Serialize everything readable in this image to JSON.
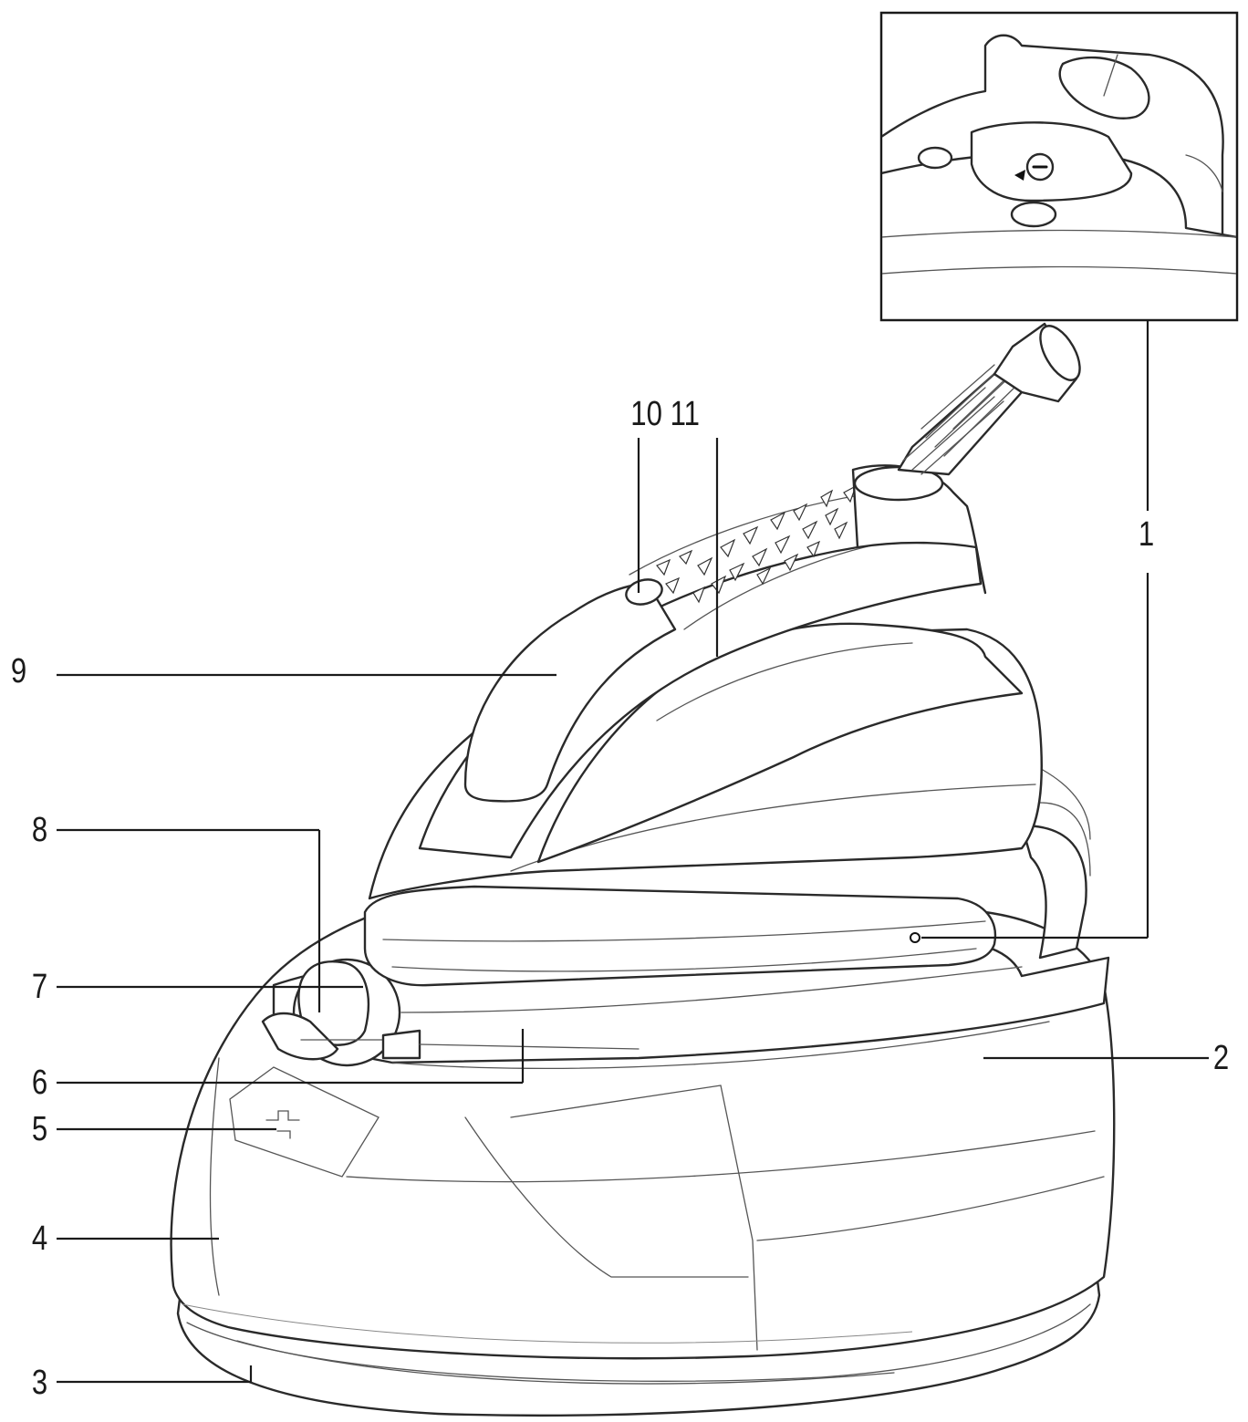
{
  "callouts": {
    "c1": "1",
    "c2": "2",
    "c3": "3",
    "c4": "4",
    "c5": "5",
    "c6": "6",
    "c7": "7",
    "c8": "8",
    "c9": "9",
    "c10_11": "10 11"
  },
  "icons": {
    "inset": "detail-inset-icon",
    "steam_iron": "steam-iron-icon",
    "base_station": "base-station-icon",
    "hose": "steam-hose-icon",
    "water_tank_symbol": "water-tap-icon"
  },
  "colors": {
    "line": "#1a1a1a",
    "background": "#ffffff"
  }
}
